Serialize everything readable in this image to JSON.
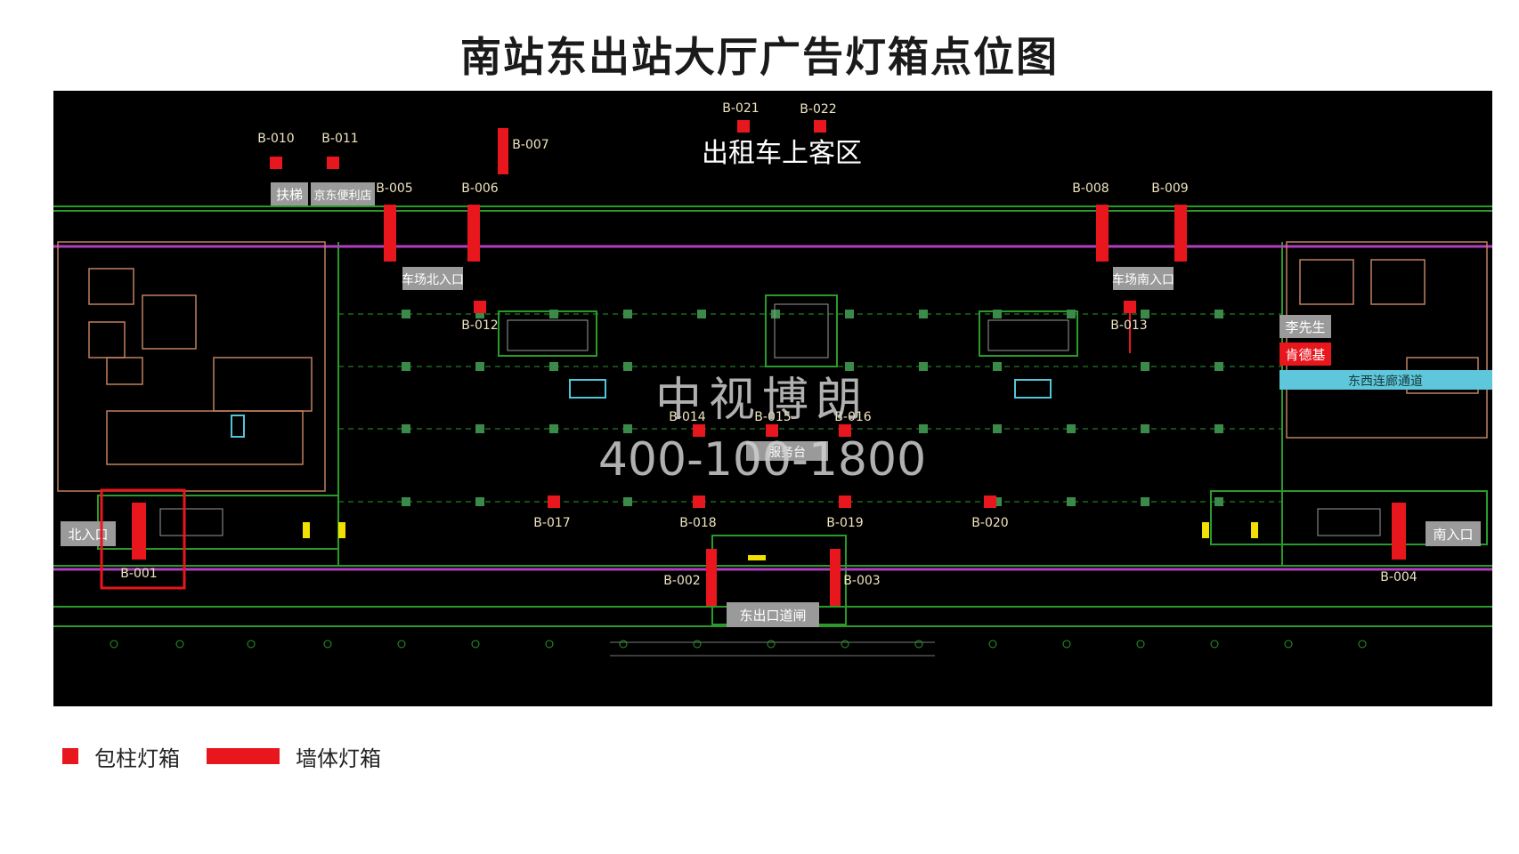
{
  "title": "南站东出站大厅广告灯箱点位图",
  "colors": {
    "background": "#000000",
    "lightbox": "#e8161d",
    "wall": "#2a9a2a",
    "magenta": "#b03fbf",
    "yellow": "#f2e000",
    "cyan": "#4fc6d9",
    "label_box": "#9a9a9a",
    "corridor": "#5ec7db"
  },
  "map": {
    "taxi_zone": "出租车上客区",
    "watermark_name": "中视博朗",
    "watermark_phone": "400-100-1800",
    "column_lightboxes": [
      "B-010",
      "B-011",
      "B-021",
      "B-022",
      "B-012",
      "B-013",
      "B-014",
      "B-015",
      "B-016",
      "B-017",
      "B-018",
      "B-019",
      "B-020"
    ],
    "wall_lightboxes": [
      "B-007",
      "B-005",
      "B-006",
      "B-008",
      "B-009",
      "B-001",
      "B-002",
      "B-003",
      "B-004"
    ],
    "area_labels": {
      "escalator": "扶梯",
      "jd_store": "京东便利店",
      "parking_north": "车场北入口",
      "parking_south": "车场南入口",
      "li_xiansheng": "李先生",
      "kfc": "肯德基",
      "east_west_corridor": "东西连廊通道",
      "service_desk": "服务台",
      "north_entrance": "北入口",
      "south_entrance": "南入口",
      "east_exit_gate": "东出口道闸"
    }
  },
  "legend": {
    "column": "包柱灯箱",
    "wall": "墙体灯箱"
  }
}
